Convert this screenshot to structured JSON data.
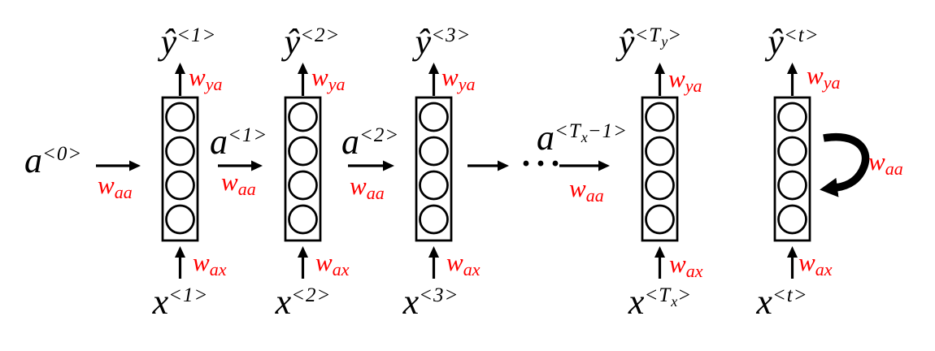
{
  "colors": {
    "accent_red": "#ff0000",
    "stroke_black": "#000000",
    "background": "#ffffff"
  },
  "ellipsis": "···",
  "weights": {
    "wya": {
      "base": "w",
      "sub": "ya"
    },
    "wax": {
      "base": "w",
      "sub": "ax"
    },
    "waa": {
      "base": "w",
      "sub": "aa"
    }
  },
  "cells": [
    {
      "output": {
        "base": "ŷ",
        "sup_pre": "<1>",
        "sup_sub": "",
        "sup_post": ""
      },
      "input": {
        "base": "x",
        "sup_pre": "<1>",
        "sup_sub": "",
        "sup_post": ""
      }
    },
    {
      "output": {
        "base": "ŷ",
        "sup_pre": "<2>",
        "sup_sub": "",
        "sup_post": ""
      },
      "input": {
        "base": "x",
        "sup_pre": "<2>",
        "sup_sub": "",
        "sup_post": ""
      }
    },
    {
      "output": {
        "base": "ŷ",
        "sup_pre": "<3>",
        "sup_sub": "",
        "sup_post": ""
      },
      "input": {
        "base": "x",
        "sup_pre": "<3>",
        "sup_sub": "",
        "sup_post": ""
      }
    },
    {
      "output": {
        "base": "ŷ",
        "sup_pre": "<T",
        "sup_sub": "y",
        "sup_post": ">"
      },
      "input": {
        "base": "x",
        "sup_pre": "<T",
        "sup_sub": "x",
        "sup_post": ">"
      }
    },
    {
      "output": {
        "base": "ŷ",
        "sup_pre": "<t>",
        "sup_sub": "",
        "sup_post": ""
      },
      "input": {
        "base": "x",
        "sup_pre": "<t>",
        "sup_sub": "",
        "sup_post": ""
      }
    }
  ],
  "activations": [
    {
      "base": "a",
      "sup_pre": "<0>",
      "sup_sub": "",
      "sup_post": ""
    },
    {
      "base": "a",
      "sup_pre": "<1>",
      "sup_sub": "",
      "sup_post": ""
    },
    {
      "base": "a",
      "sup_pre": "<2>",
      "sup_sub": "",
      "sup_post": ""
    },
    {
      "base": "a",
      "sup_pre": "<T",
      "sup_sub": "x",
      "sup_post": "−1>"
    }
  ]
}
